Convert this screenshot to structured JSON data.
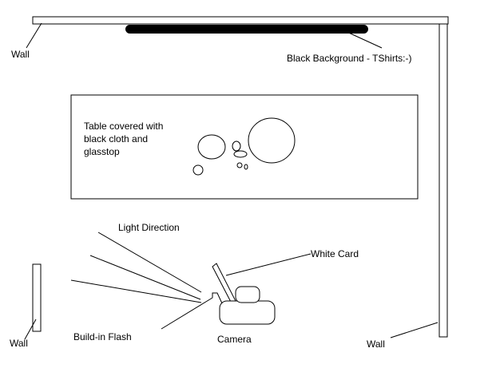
{
  "labels": {
    "wall_top_left": "Wall",
    "black_background": "Black Background - TShirts:-)",
    "table_line1": "Table covered with",
    "table_line2": "black cloth and",
    "table_line3": "glasstop",
    "light_direction": "Light Direction",
    "white_card": "White Card",
    "wall_left": "Wall",
    "build_in_flash": "Build-in Flash",
    "camera": "Camera",
    "wall_right": "Wall"
  },
  "colors": {
    "stroke": "#000000",
    "background": "#ffffff"
  }
}
